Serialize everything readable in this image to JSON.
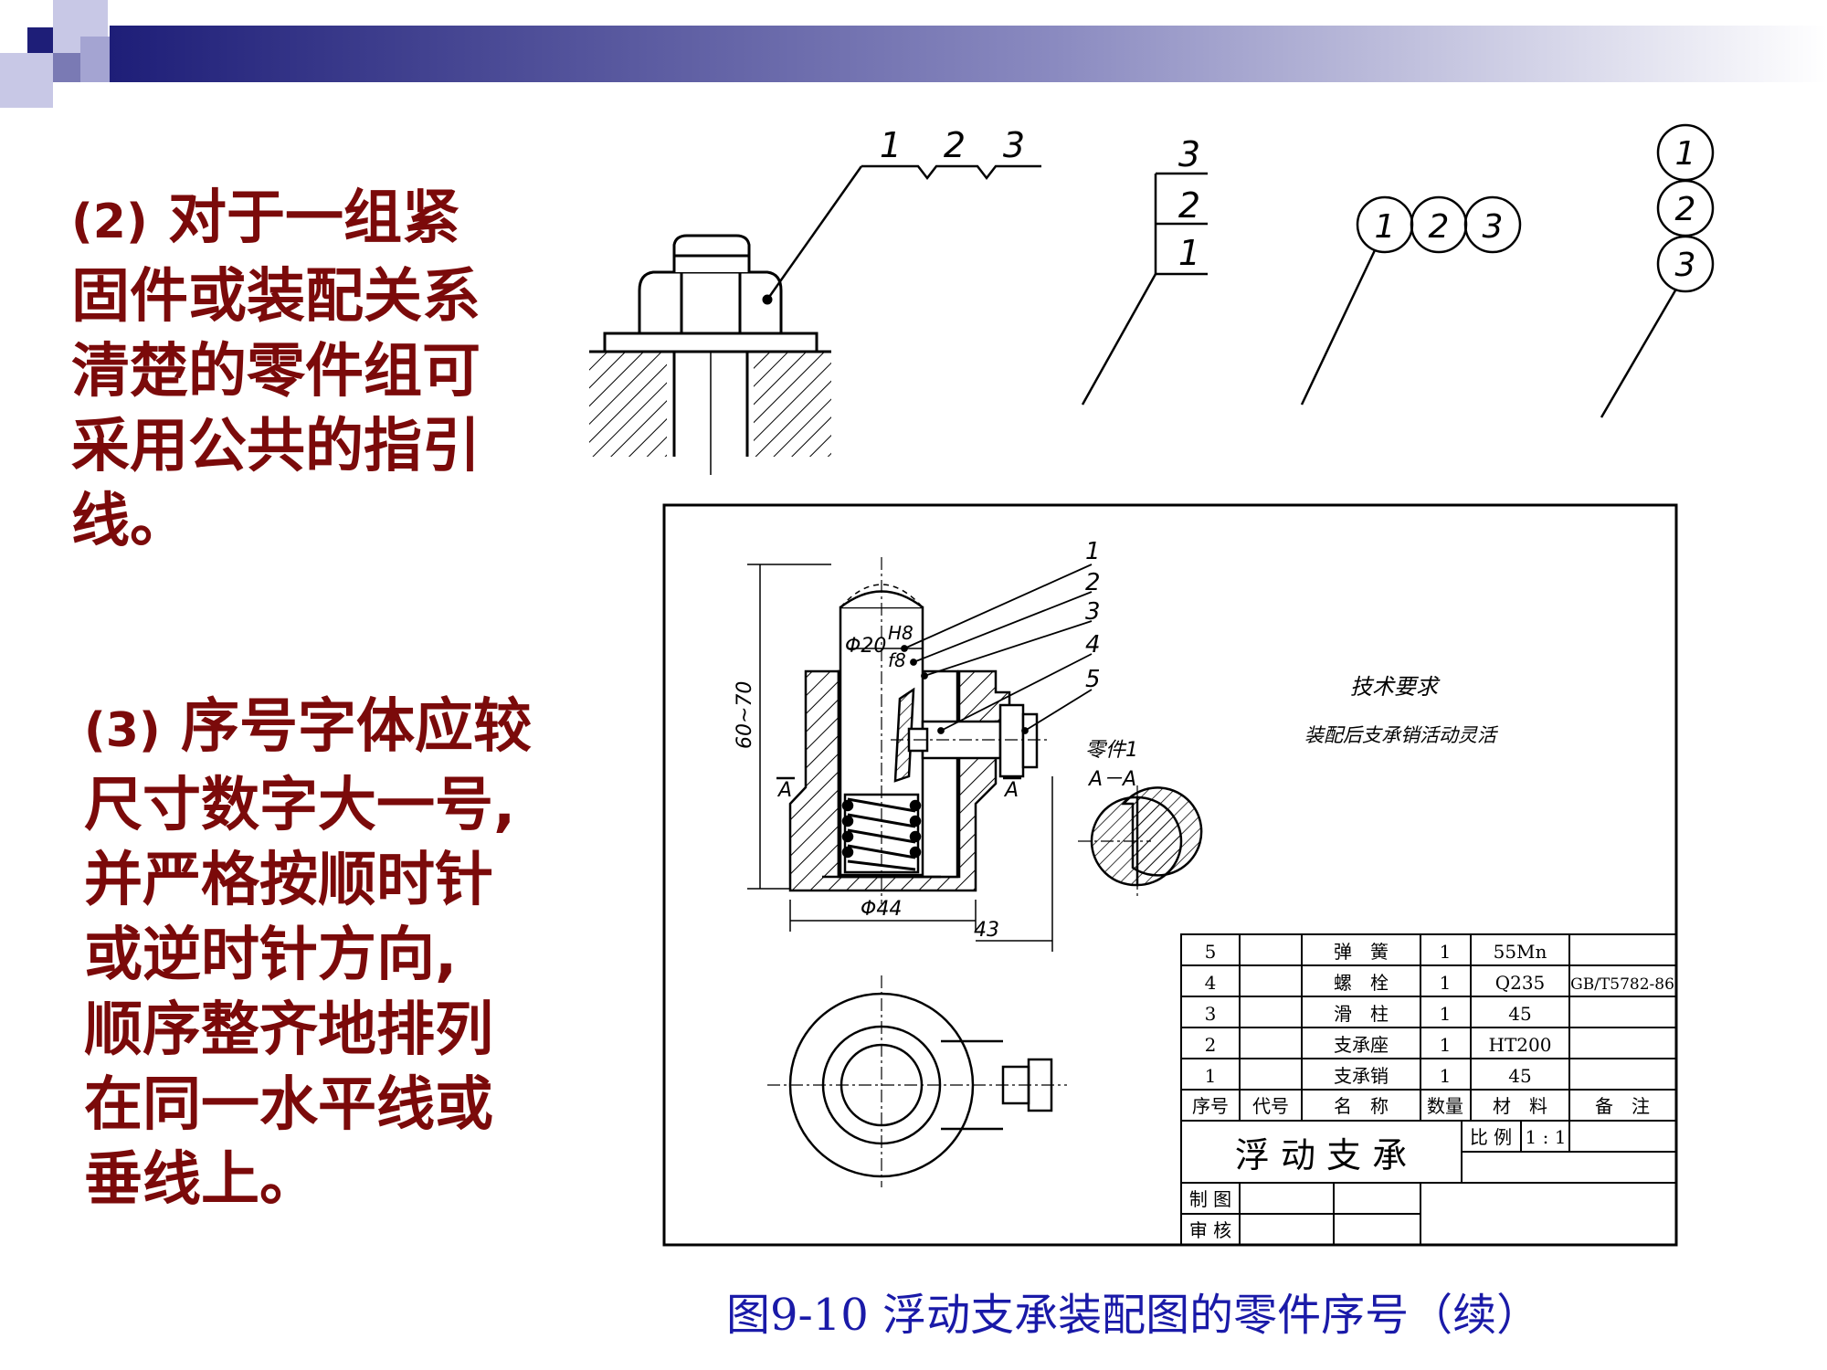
{
  "paragraphs": {
    "p2": {
      "num": "(2)",
      "lines": [
        "对于一组紧",
        "固件或装配关系",
        "清楚的零件组可",
        "采用公共的指引",
        "线。"
      ]
    },
    "p3": {
      "num": "(3)",
      "lines": [
        "序号字体应较",
        "尺寸数字大一号,",
        "并严格按顺时针",
        "或逆时针方向,",
        "顺序整齐地排列",
        "在同一水平线或",
        "垂线上。"
      ]
    }
  },
  "examples": {
    "bolt_labels": [
      "1",
      "2",
      "3"
    ],
    "stacked_labels": [
      "3",
      "2",
      "1"
    ],
    "circle_row_labels": [
      "1",
      "2",
      "3"
    ],
    "circle_col_labels": [
      "1",
      "2",
      "3"
    ]
  },
  "assembly": {
    "leader_numbers": [
      "1",
      "2",
      "3",
      "4",
      "5"
    ],
    "dim_fit_dia": "Φ20",
    "dim_fit_upper": "H8",
    "dim_fit_lower": "f8",
    "dim_height": "60~70",
    "dim_base_dia": "Φ44",
    "dim_offset": "43",
    "section_mark": "A",
    "section_part_label": "零件1",
    "section_label": "A－A",
    "tech_title": "技术要求",
    "tech_note": "装配后支承销活动灵活"
  },
  "parts_table": {
    "rows": [
      {
        "no": "5",
        "code": "",
        "name": "弹　簧",
        "qty": "1",
        "material": "55Mn",
        "note": ""
      },
      {
        "no": "4",
        "code": "",
        "name": "螺　栓",
        "qty": "1",
        "material": "Q235",
        "note": "GB/T5782-86"
      },
      {
        "no": "3",
        "code": "",
        "name": "滑　柱",
        "qty": "1",
        "material": "45",
        "note": ""
      },
      {
        "no": "2",
        "code": "",
        "name": "支承座",
        "qty": "1",
        "material": "HT200",
        "note": ""
      },
      {
        "no": "1",
        "code": "",
        "name": "支承销",
        "qty": "1",
        "material": "45",
        "note": ""
      }
    ],
    "header": {
      "no": "序号",
      "code": "代号",
      "name": "名　称",
      "qty": "数量",
      "material": "材　料",
      "note": "备　注"
    }
  },
  "title_block": {
    "title": "浮 动 支 承",
    "scale_label": "比 例",
    "scale_value": "1 : 1",
    "drawn_label": "制 图",
    "checked_label": "审 核"
  },
  "caption": "图9-10  浮动支承装配图的零件序号（续）",
  "colors": {
    "body_text": "#7b0a0a",
    "caption": "#1a1aa8",
    "banner_dark": "#1e1e78"
  }
}
